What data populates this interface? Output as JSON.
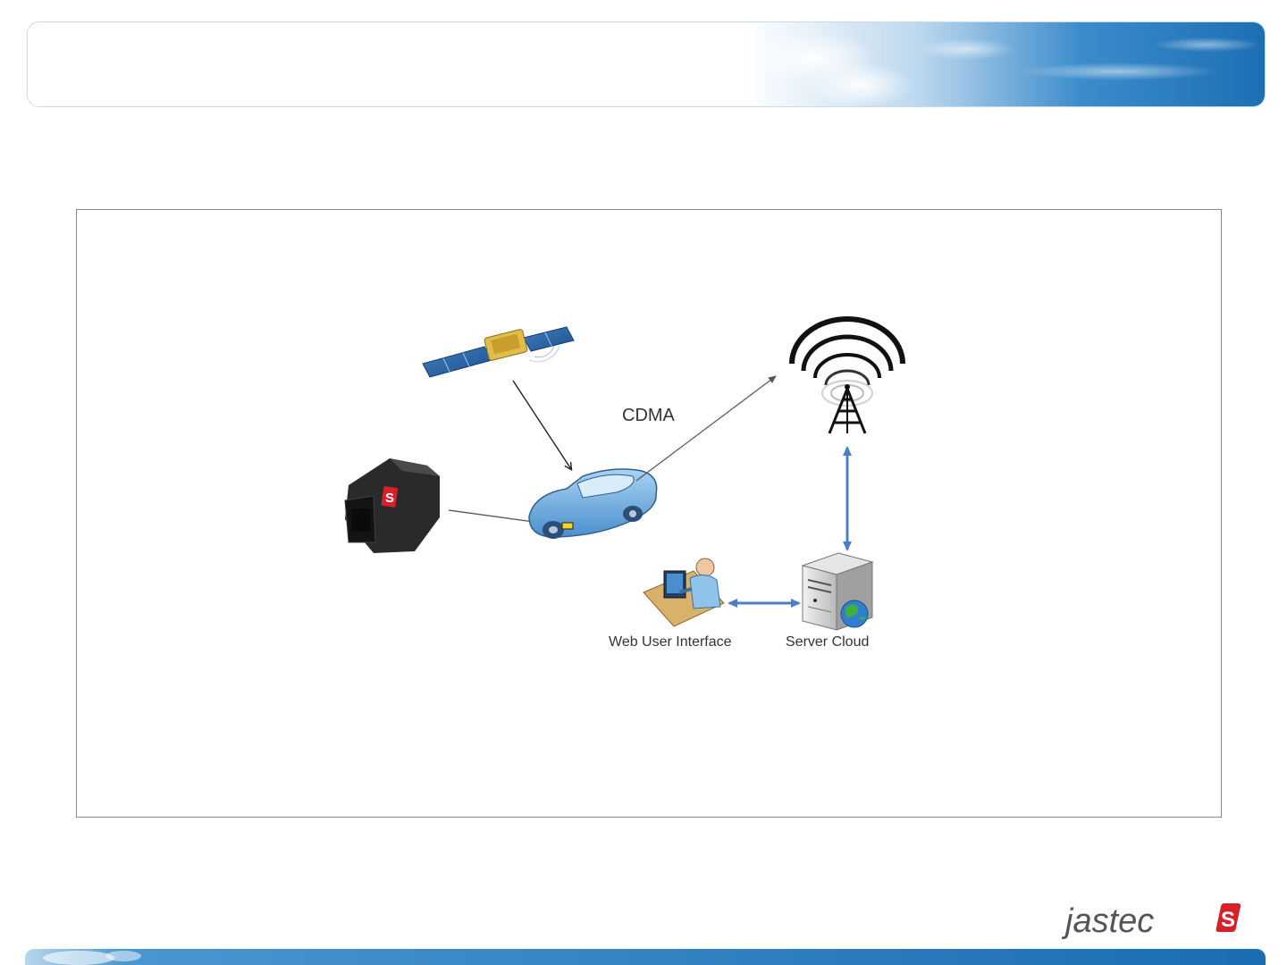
{
  "diagram": {
    "labels": {
      "cdma": "CDMA",
      "web_ui": "Web User Interface",
      "server": "Server Cloud"
    },
    "device_badge": "S"
  },
  "logo": {
    "text": "jastec",
    "mark": "S"
  },
  "colors": {
    "sky_blue": "#2a86c7",
    "link_arrow_blue": "#4a7fc8",
    "device_red": "#d9202a"
  }
}
